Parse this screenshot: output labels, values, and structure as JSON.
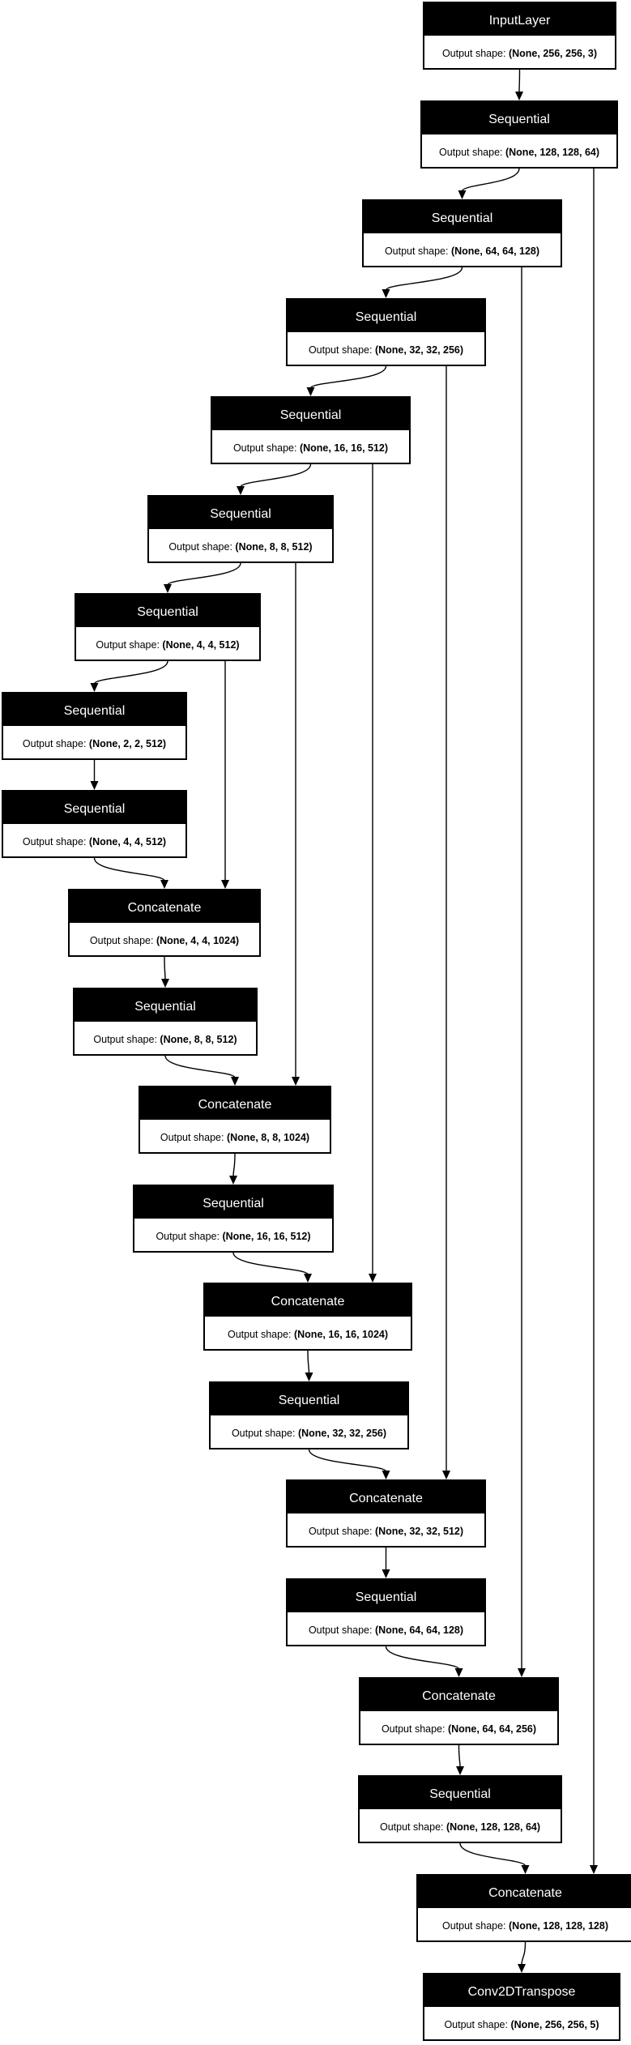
{
  "nodes": [
    {
      "id": "n0",
      "name": "InputLayer",
      "label": "Output shape:",
      "shape": "(None, 256, 256, 3)"
    },
    {
      "id": "n1",
      "name": "Sequential",
      "label": "Output shape:",
      "shape": "(None, 128, 128, 64)"
    },
    {
      "id": "n2",
      "name": "Sequential",
      "label": "Output shape:",
      "shape": "(None, 64, 64, 128)"
    },
    {
      "id": "n3",
      "name": "Sequential",
      "label": "Output shape:",
      "shape": "(None, 32, 32, 256)"
    },
    {
      "id": "n4",
      "name": "Sequential",
      "label": "Output shape:",
      "shape": "(None, 16, 16, 512)"
    },
    {
      "id": "n5",
      "name": "Sequential",
      "label": "Output shape:",
      "shape": "(None, 8, 8, 512)"
    },
    {
      "id": "n6",
      "name": "Sequential",
      "label": "Output shape:",
      "shape": "(None, 4, 4, 512)"
    },
    {
      "id": "n7",
      "name": "Sequential",
      "label": "Output shape:",
      "shape": "(None, 2, 2, 512)"
    },
    {
      "id": "n8",
      "name": "Sequential",
      "label": "Output shape:",
      "shape": "(None, 4, 4, 512)"
    },
    {
      "id": "n9",
      "name": "Concatenate",
      "label": "Output shape:",
      "shape": "(None, 4, 4, 1024)"
    },
    {
      "id": "n10",
      "name": "Sequential",
      "label": "Output shape:",
      "shape": "(None, 8, 8, 512)"
    },
    {
      "id": "n11",
      "name": "Concatenate",
      "label": "Output shape:",
      "shape": "(None, 8, 8, 1024)"
    },
    {
      "id": "n12",
      "name": "Sequential",
      "label": "Output shape:",
      "shape": "(None, 16, 16, 512)"
    },
    {
      "id": "n13",
      "name": "Concatenate",
      "label": "Output shape:",
      "shape": "(None, 16, 16, 1024)"
    },
    {
      "id": "n14",
      "name": "Sequential",
      "label": "Output shape:",
      "shape": "(None, 32, 32, 256)"
    },
    {
      "id": "n15",
      "name": "Concatenate",
      "label": "Output shape:",
      "shape": "(None, 32, 32, 512)"
    },
    {
      "id": "n16",
      "name": "Sequential",
      "label": "Output shape:",
      "shape": "(None, 64, 64, 128)"
    },
    {
      "id": "n17",
      "name": "Concatenate",
      "label": "Output shape:",
      "shape": "(None, 64, 64, 256)"
    },
    {
      "id": "n18",
      "name": "Sequential",
      "label": "Output shape:",
      "shape": "(None, 128, 128, 64)"
    },
    {
      "id": "n19",
      "name": "Concatenate",
      "label": "Output shape:",
      "shape": "(None, 128, 128, 128)"
    },
    {
      "id": "n20",
      "name": "Conv2DTranspose",
      "label": "Output shape:",
      "shape": "(None, 256, 256, 5)"
    }
  ],
  "edges": [
    [
      "n0",
      "n1"
    ],
    [
      "n1",
      "n2"
    ],
    [
      "n2",
      "n3"
    ],
    [
      "n3",
      "n4"
    ],
    [
      "n4",
      "n5"
    ],
    [
      "n5",
      "n6"
    ],
    [
      "n6",
      "n7"
    ],
    [
      "n7",
      "n8"
    ],
    [
      "n8",
      "n9"
    ],
    [
      "n6",
      "n9"
    ],
    [
      "n9",
      "n10"
    ],
    [
      "n10",
      "n11"
    ],
    [
      "n5",
      "n11"
    ],
    [
      "n11",
      "n12"
    ],
    [
      "n12",
      "n13"
    ],
    [
      "n4",
      "n13"
    ],
    [
      "n13",
      "n14"
    ],
    [
      "n14",
      "n15"
    ],
    [
      "n3",
      "n15"
    ],
    [
      "n15",
      "n16"
    ],
    [
      "n16",
      "n17"
    ],
    [
      "n2",
      "n17"
    ],
    [
      "n17",
      "n18"
    ],
    [
      "n18",
      "n19"
    ],
    [
      "n1",
      "n19"
    ],
    [
      "n19",
      "n20"
    ]
  ]
}
